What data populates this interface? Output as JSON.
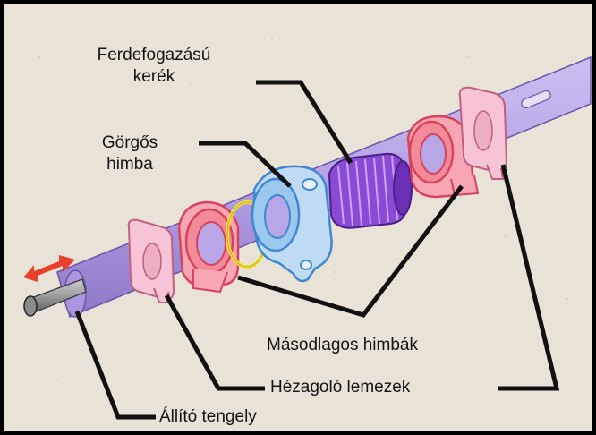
{
  "labels": {
    "helical_gear": [
      "Ferdefogazású",
      "kerék"
    ],
    "roller_rocker": [
      "Görgős",
      "himba"
    ],
    "secondary_rockers": "Másodlagos himbák",
    "shim_plates": "Hézagoló lemezek",
    "adjusting_shaft": "Állító tengely"
  },
  "colors": {
    "background": "#e9e2d6",
    "shaft": "#b8a6e6",
    "gear": "#7a3cc8",
    "roller_rocker": "#9cc8ee",
    "secondary_rocker": "#f28a9a",
    "shim_plate": "#f6c4d6",
    "ring": "#f2e23a",
    "arrow": "#e8402a",
    "leader": "#111111"
  },
  "icons": [
    "double-arrow-icon"
  ]
}
